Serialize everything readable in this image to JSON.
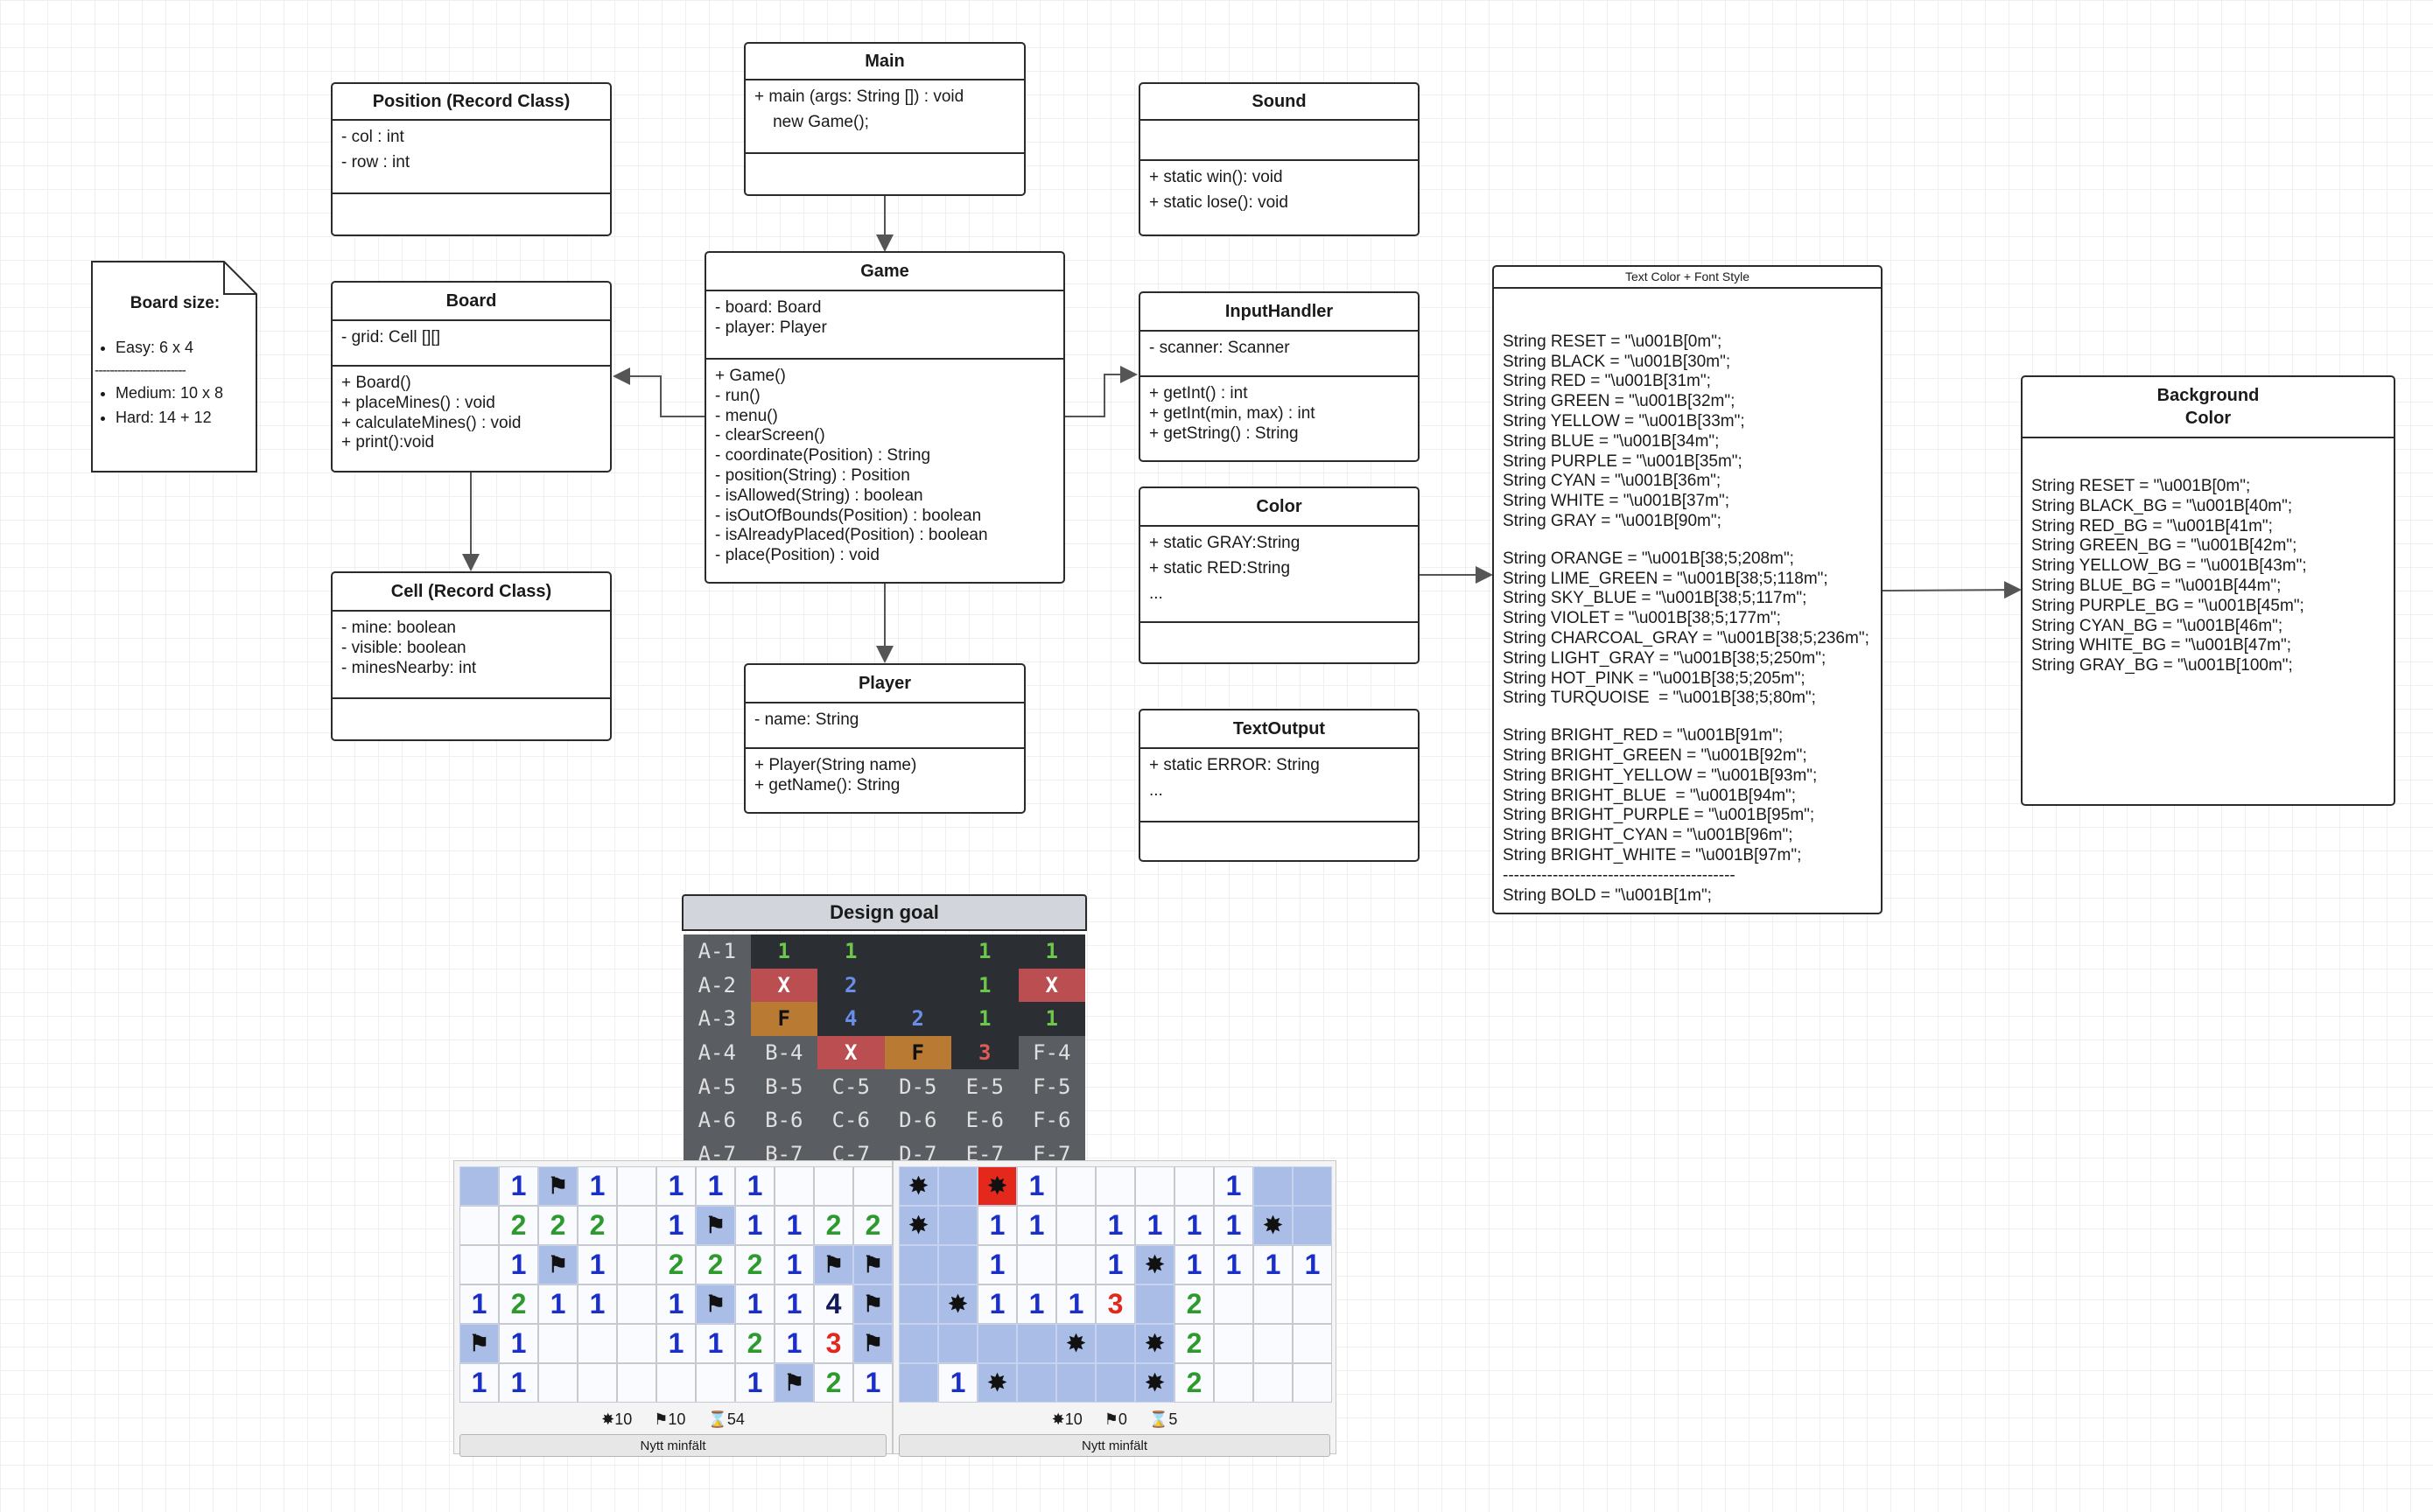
{
  "classes": {
    "main": {
      "title": "Main",
      "attrs": [],
      "methods": [
        "+ main (args: String []) : void",
        "    new Game();"
      ],
      "extra": []
    },
    "position": {
      "title": "Position (Record Class)",
      "attrs": [
        "- col : int",
        "- row : int"
      ],
      "methods": []
    },
    "sound": {
      "title": "Sound",
      "attrs": [],
      "methods": [
        "+ static win(): void",
        "+ static lose(): void"
      ]
    },
    "board": {
      "title": "Board",
      "attrs": [
        "- grid: Cell [][]"
      ],
      "methods": [
        "+ Board()",
        "+ placeMines() : void",
        "+ calculateMines() : void",
        "+ print():void"
      ]
    },
    "game": {
      "title": "Game",
      "attrs": [
        "- board: Board",
        "- player: Player"
      ],
      "methods": [
        "+ Game()",
        "- run()",
        "- menu()",
        "- clearScreen()",
        "- coordinate(Position) : String",
        "- position(String) : Position",
        "- isAllowed(String) : boolean",
        "- isOutOfBounds(Position) : boolean",
        "- isAlreadyPlaced(Position) : boolean",
        "- place(Position) : void"
      ]
    },
    "inputhandler": {
      "title": "InputHandler",
      "attrs": [
        "- scanner: Scanner"
      ],
      "methods": [
        "+ getInt() : int",
        "+ getInt(min, max) : int",
        "+ getString() : String"
      ]
    },
    "color": {
      "title": "Color",
      "attrs": [
        "+ static GRAY:String",
        "+ static RED:String",
        "..."
      ],
      "methods": []
    },
    "cell": {
      "title": "Cell (Record Class)",
      "attrs": [
        "- mine: boolean",
        "- visible: boolean",
        "- minesNearby: int"
      ],
      "methods": []
    },
    "player": {
      "title": "Player",
      "attrs": [
        "- name: String"
      ],
      "methods": [
        "+ Player(String name)",
        "+ getName(): String"
      ]
    },
    "textoutput": {
      "title": "TextOutput",
      "attrs": [
        "+ static ERROR: String",
        "..."
      ],
      "methods": []
    },
    "textcolor": {
      "title": "Text Color + Font Style",
      "lines": [
        "String RESET = \"\\u001B[0m\";",
        "String BLACK = \"\\u001B[30m\";",
        "String RED = \"\\u001B[31m\";",
        "String GREEN = \"\\u001B[32m\";",
        "String YELLOW = \"\\u001B[33m\";",
        "String BLUE = \"\\u001B[34m\";",
        "String PURPLE = \"\\u001B[35m\";",
        "String CYAN = \"\\u001B[36m\";",
        "String WHITE = \"\\u001B[37m\";",
        "String GRAY = \"\\u001B[90m\";",
        "",
        "String ORANGE = \"\\u001B[38;5;208m\";",
        "String LIME_GREEN = \"\\u001B[38;5;118m\";",
        "String SKY_BLUE = \"\\u001B[38;5;117m\";",
        "String VIOLET = \"\\u001B[38;5;177m\";",
        "String CHARCOAL_GRAY = \"\\u001B[38;5;236m\";",
        "String LIGHT_GRAY = \"\\u001B[38;5;250m\";",
        "String HOT_PINK = \"\\u001B[38;5;205m\";",
        "String TURQUOISE  = \"\\u001B[38;5;80m\";",
        "",
        "String BRIGHT_RED = \"\\u001B[91m\";",
        "String BRIGHT_GREEN = \"\\u001B[92m\";",
        "String BRIGHT_YELLOW = \"\\u001B[93m\";",
        "String BRIGHT_BLUE  = \"\\u001B[94m\";",
        "String BRIGHT_PURPLE = \"\\u001B[95m\";",
        "String BRIGHT_CYAN = \"\\u001B[96m\";",
        "String BRIGHT_WHITE = \"\\u001B[97m\";",
        "------------------------------------------",
        "String BOLD = \"\\u001B[1m\";"
      ]
    },
    "bgcolor": {
      "title_line1": "Background",
      "title_line2": "Color",
      "lines": [
        "String RESET = \"\\u001B[0m\";",
        "String BLACK_BG = \"\\u001B[40m\";",
        "String RED_BG = \"\\u001B[41m\";",
        "String GREEN_BG = \"\\u001B[42m\";",
        "String YELLOW_BG = \"\\u001B[43m\";",
        "String BLUE_BG = \"\\u001B[44m\";",
        "String PURPLE_BG = \"\\u001B[45m\";",
        "String CYAN_BG = \"\\u001B[46m\";",
        "String WHITE_BG = \"\\u001B[47m\";",
        "String GRAY_BG = \"\\u001B[100m\";"
      ]
    }
  },
  "note": {
    "title": "Board size:",
    "items1": [
      "Easy: 6 x 4"
    ],
    "separator": "------------------------",
    "items2": [
      "Medium: 10 x 8",
      "Hard: 14 + 12"
    ]
  },
  "design_goal": {
    "title": "Design goal",
    "rows": [
      [
        {
          "t": "A-1",
          "k": "lbl"
        },
        {
          "t": "1",
          "k": "c-green"
        },
        {
          "t": "1",
          "k": "c-green"
        },
        {
          "t": "",
          "k": ""
        },
        {
          "t": "1",
          "k": "c-green"
        },
        {
          "t": "1",
          "k": "c-green"
        }
      ],
      [
        {
          "t": "A-2",
          "k": "lbl"
        },
        {
          "t": "X",
          "k": "bg-red c-white"
        },
        {
          "t": "2",
          "k": "c-blue"
        },
        {
          "t": "",
          "k": ""
        },
        {
          "t": "1",
          "k": "c-green"
        },
        {
          "t": "X",
          "k": "bg-red c-white"
        }
      ],
      [
        {
          "t": "A-3",
          "k": "lbl"
        },
        {
          "t": "F",
          "k": "bg-orange c-dark"
        },
        {
          "t": "4",
          "k": "c-blue"
        },
        {
          "t": "2",
          "k": "c-blue"
        },
        {
          "t": "1",
          "k": "c-green"
        },
        {
          "t": "1",
          "k": "c-green"
        }
      ],
      [
        {
          "t": "A-4",
          "k": "lbl"
        },
        {
          "t": "B-4",
          "k": "lbl"
        },
        {
          "t": "X",
          "k": "bg-red c-white"
        },
        {
          "t": "F",
          "k": "bg-orange c-dark"
        },
        {
          "t": "3",
          "k": "c-red"
        },
        {
          "t": "F-4",
          "k": "lbl"
        }
      ],
      [
        {
          "t": "A-5",
          "k": "lbl"
        },
        {
          "t": "B-5",
          "k": "lbl"
        },
        {
          "t": "C-5",
          "k": "lbl"
        },
        {
          "t": "D-5",
          "k": "lbl"
        },
        {
          "t": "E-5",
          "k": "lbl"
        },
        {
          "t": "F-5",
          "k": "lbl"
        }
      ],
      [
        {
          "t": "A-6",
          "k": "lbl"
        },
        {
          "t": "B-6",
          "k": "lbl"
        },
        {
          "t": "C-6",
          "k": "lbl"
        },
        {
          "t": "D-6",
          "k": "lbl"
        },
        {
          "t": "E-6",
          "k": "lbl"
        },
        {
          "t": "F-6",
          "k": "lbl"
        }
      ],
      [
        {
          "t": "A-7",
          "k": "lbl"
        },
        {
          "t": "B-7",
          "k": "lbl"
        },
        {
          "t": "C-7",
          "k": "lbl"
        },
        {
          "t": "D-7",
          "k": "lbl"
        },
        {
          "t": "E-7",
          "k": "lbl"
        },
        {
          "t": "F-7",
          "k": "lbl"
        }
      ]
    ]
  },
  "boards": [
    {
      "grid": [
        [
          "u",
          "1",
          "F",
          "1",
          "",
          "1",
          "1",
          "1",
          "",
          "",
          ""
        ],
        [
          "",
          "2",
          "2",
          "2",
          "",
          "1",
          "F",
          "1",
          "1",
          "2",
          "2"
        ],
        [
          "",
          "1",
          "F",
          "1",
          "",
          "2",
          "2",
          "2",
          "1",
          "F",
          "F"
        ],
        [
          "1",
          "2",
          "1",
          "1",
          "",
          "1",
          "F",
          "1",
          "1",
          "4",
          "F"
        ],
        [
          "F",
          "1",
          "",
          "",
          "",
          "1",
          "1",
          "2",
          "1",
          "3",
          "F"
        ],
        [
          "1",
          "1",
          "",
          "",
          "",
          "",
          "",
          "1",
          "F",
          "2",
          "1"
        ]
      ],
      "status": {
        "mines": "✸10",
        "flags": "⚑10",
        "time": "⌛54"
      },
      "button": "Nytt minfält"
    },
    {
      "grid": [
        [
          "M",
          "u",
          "B",
          "1",
          "",
          "",
          "",
          "",
          "1",
          "u",
          "u"
        ],
        [
          "M",
          "u",
          "1",
          "1",
          "",
          "1",
          "1",
          "1",
          "1",
          "M",
          "u"
        ],
        [
          "u",
          "u",
          "1",
          "",
          "",
          "1",
          "M",
          "1",
          "1",
          "1",
          "1"
        ],
        [
          "u",
          "M",
          "1",
          "1",
          "1",
          "3",
          "u",
          "2",
          "",
          "",
          ""
        ],
        [
          "u",
          "u",
          "u",
          "u",
          "M",
          "u",
          "M",
          "2",
          "",
          "",
          ""
        ],
        [
          "u",
          "1",
          "M",
          "u",
          "u",
          "u",
          "M",
          "2",
          "",
          "",
          ""
        ]
      ],
      "status": {
        "mines": "✸10",
        "flags": "⚑0",
        "time": "⌛5"
      },
      "button": "Nytt minfält"
    }
  ]
}
